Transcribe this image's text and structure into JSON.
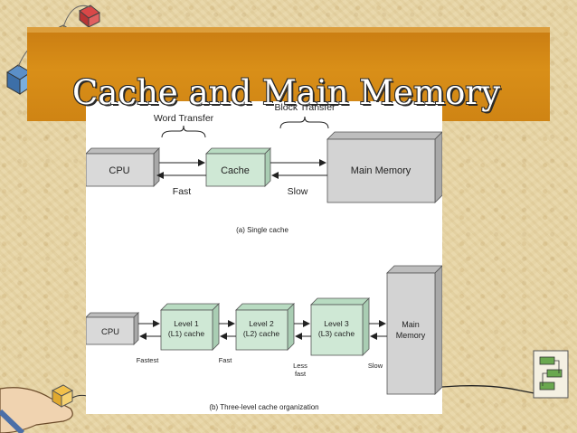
{
  "slide": {
    "title": "Cache and Main Memory"
  },
  "figure_a": {
    "word_transfer": "Word Transfer",
    "block_transfer": "Block Transfer",
    "cpu": "CPU",
    "cache": "Cache",
    "main_memory": "Main Memory",
    "fast": "Fast",
    "slow": "Slow",
    "caption": "(a) Single cache"
  },
  "figure_b": {
    "cpu": "CPU",
    "level1": [
      "Level 1",
      "(L1) cache"
    ],
    "level2": [
      "Level 2",
      "(L2) cache"
    ],
    "level3": [
      "Level 3",
      "(L3) cache"
    ],
    "main_memory": [
      "Main",
      "Memory"
    ],
    "fastest": "Fastest",
    "fast": "Fast",
    "less_fast": [
      "Less",
      "fast"
    ],
    "slow": "Slow",
    "caption": "(b) Three-level cache organization"
  },
  "colors": {
    "title_band": "#d38915",
    "cache_fill": "#cfe8d5",
    "cache_side": "#a9cdb3",
    "cpu_fill": "#d9d9d9",
    "memory_fill": "#d3d3d3"
  }
}
